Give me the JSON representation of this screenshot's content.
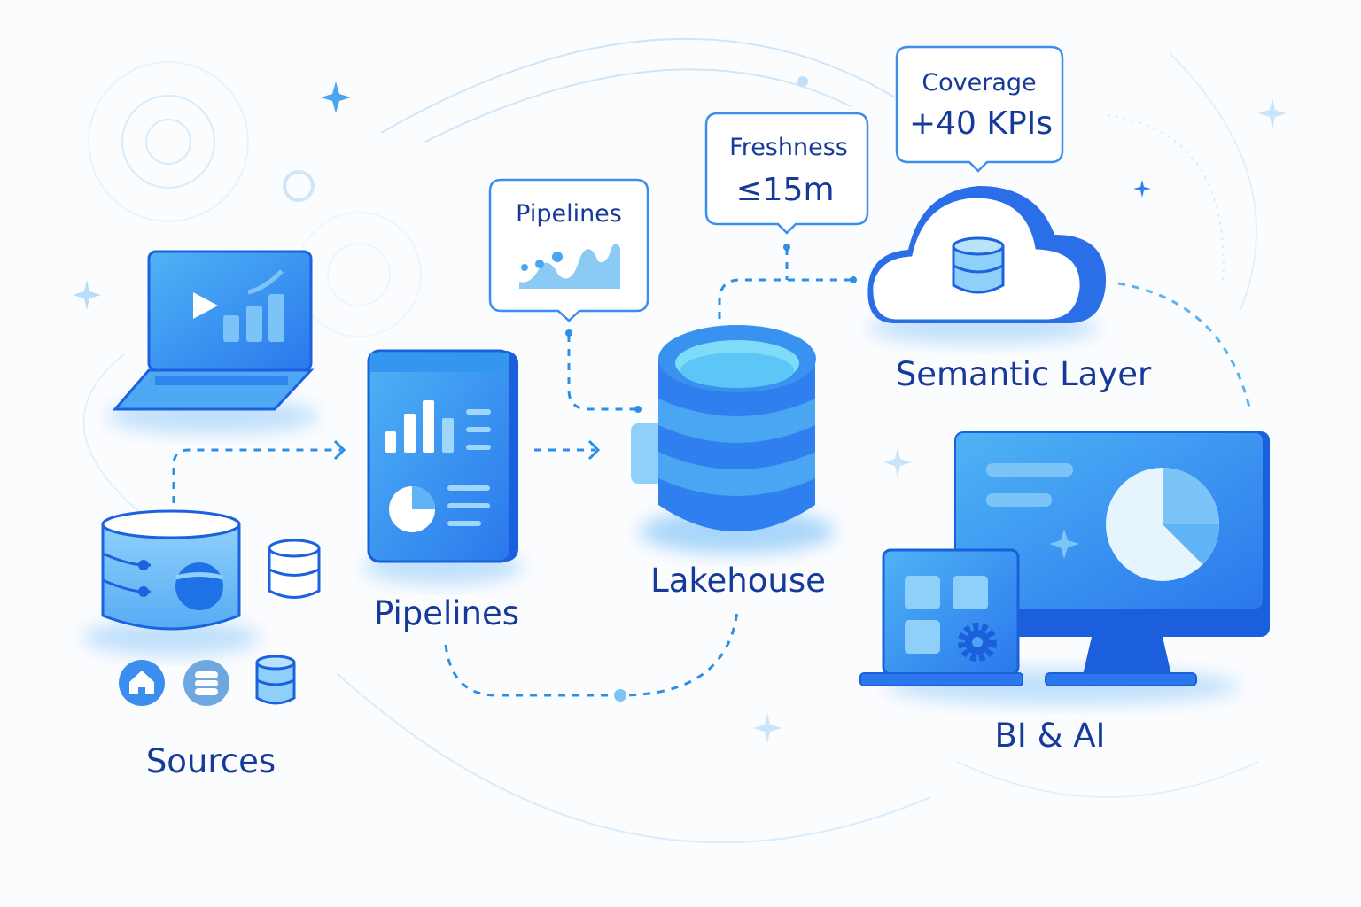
{
  "nodes": {
    "sources": {
      "label": "Sources"
    },
    "pipelines": {
      "label": "Pipelines"
    },
    "lakehouse": {
      "label": "Lakehouse"
    },
    "semantic_layer": {
      "label": "Semantic Layer"
    },
    "bi_ai": {
      "label": "BI & AI"
    }
  },
  "callouts": {
    "pipelines": {
      "title": "Pipelines"
    },
    "freshness": {
      "title": "Freshness",
      "value": "≤15m"
    },
    "coverage": {
      "title": "Coverage",
      "value": "+40 KPIs"
    }
  },
  "source_icons": [
    "home-icon",
    "database-circle-icon",
    "database-icon"
  ],
  "colors": {
    "primary": "#2f80ed",
    "dark": "#1453d6",
    "light": "#7cc4f8",
    "text": "#16399a",
    "connector": "#2b8fe6"
  }
}
